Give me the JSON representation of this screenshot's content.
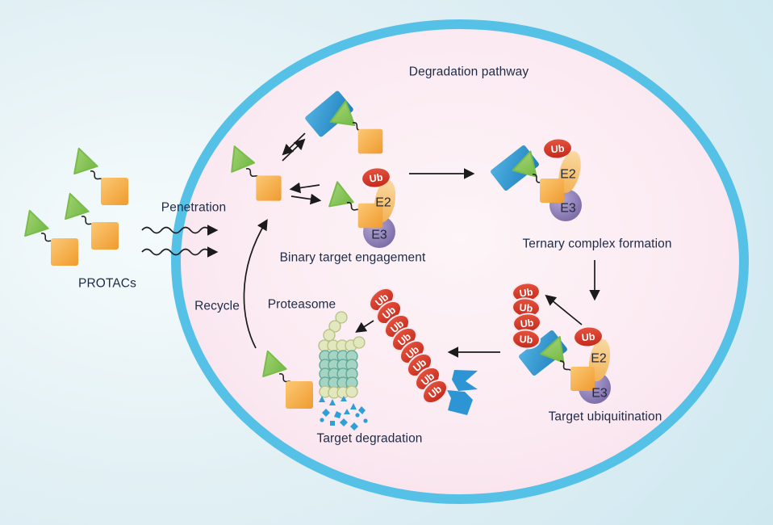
{
  "figure": {
    "title": "Degradation pathway"
  },
  "labels": {
    "protacs": "PROTACs",
    "penetration": "Penetration",
    "binary_engagement": "Binary target engagement",
    "ternary_formation": "Ternary complex formation",
    "target_ubiquitination": "Target ubiquitination",
    "proteasome": "Proteasome",
    "recycle": "Recycle",
    "target_degradation": "Target degradation"
  },
  "molecules": {
    "ub": "Ub",
    "e2": "E2",
    "e3": "E3"
  },
  "colors": {
    "background": "#d8ebf2",
    "membrane": "#55c1e7",
    "cytoplasm": "#fbe9f1",
    "warhead_square": "#f5a93f",
    "ligand_triangle": "#8cc75f",
    "target_protein": "#2f93cf",
    "ubiquitin": "#d53c2b",
    "e2_enzyme": "#f7c77e",
    "e3_ligase": "#8b79b5",
    "proteasome_cap": "#e0e6bb",
    "proteasome_core": "#a3d2c3",
    "fragments": "#2f9fd8",
    "text": "#1e2b47",
    "arrow": "#1b1b1b"
  }
}
